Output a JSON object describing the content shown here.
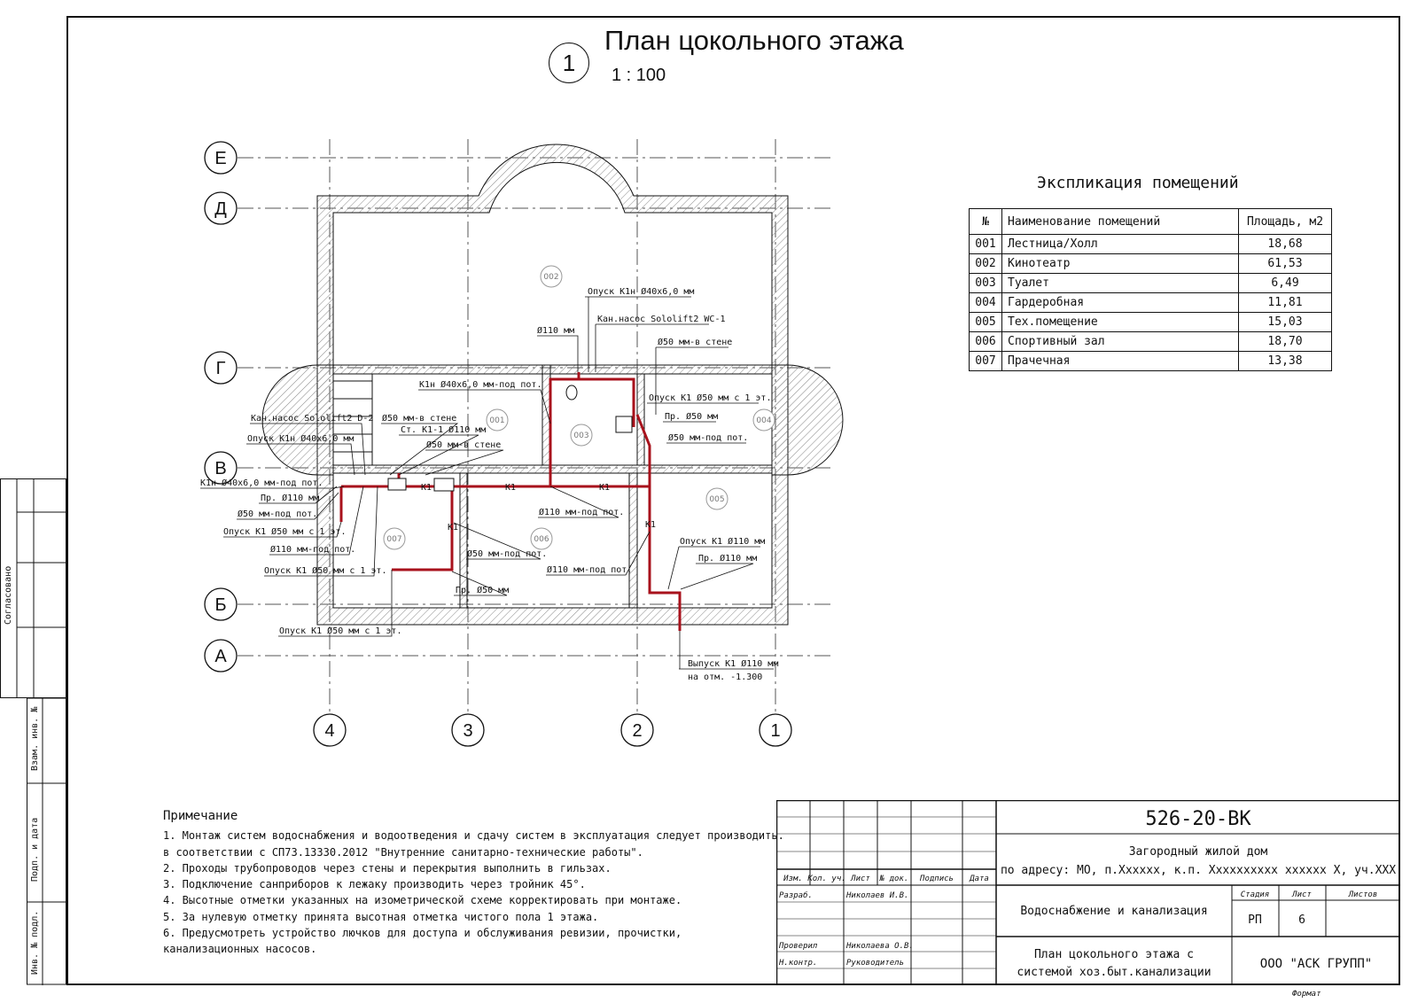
{
  "drawing": {
    "title": "План цокольного этажа",
    "scale": "1 : 100",
    "sheet_mark": "1"
  },
  "axes": {
    "rows": [
      "Е",
      "Д",
      "Г",
      "В",
      "Б",
      "А"
    ],
    "cols": [
      "4",
      "3",
      "2",
      "1"
    ]
  },
  "room_tags": [
    "001",
    "002",
    "003",
    "004",
    "005",
    "006",
    "007"
  ],
  "pipe_tags": [
    "К1",
    "К1",
    "К1",
    "К1",
    "К1"
  ],
  "colors": {
    "pipe": "#a8121c",
    "line": "#111111",
    "grid": "#555555",
    "hatch": "#888888"
  },
  "callouts": [
    "Опуск К1н Ø40х6,0 мм",
    "Кан.насос Sololift2 WC-1",
    "Ø110 мм",
    "Ø50 мм-в стене",
    "К1н Ø40х6,0 мм-под пот.",
    "Опуск К1 Ø50 мм с 1 эт.",
    "Пр. Ø50 мм",
    "Ø50 мм-под пот.",
    "Кан.насос Sololift2 D-2",
    "Ø50 мм-в стене",
    "Ст. К1-1 Ø110 мм",
    "Опуск К1н Ø40х6,0 мм",
    "Ø50 мм-в стене",
    "К1н Ø40х6,0 мм-под пот.",
    "Пр. Ø110 мм",
    "Ø50 мм-под пот.",
    "Опуск К1 Ø50 мм с 1 эт.",
    "Ø110 мм-под пот.",
    "Опуск К1 Ø50 мм с 1 эт.",
    "Ø110 мм-под пот.",
    "Ø50 мм-под пот.",
    "Ø110 мм-под пот.",
    "Пр. Ø50 мм",
    "Опуск К1 Ø50 мм с 1 эт.",
    "Опуск К1 Ø110 мм",
    "Пр. Ø110 мм",
    "Выпуск К1 Ø110 мм",
    "на отм. -1.300"
  ],
  "explication": {
    "title": "Экспликация помещений",
    "headers": [
      "№",
      "Наименование помещений",
      "Площадь, м2"
    ],
    "rows": [
      [
        "001",
        "Лестница/Холл",
        "18,68"
      ],
      [
        "002",
        "Кинотеатр",
        "61,53"
      ],
      [
        "003",
        "Туалет",
        "6,49"
      ],
      [
        "004",
        "Гардеробная",
        "11,81"
      ],
      [
        "005",
        "Тех.помещение",
        "15,03"
      ],
      [
        "006",
        "Спортивный зал",
        "18,70"
      ],
      [
        "007",
        "Прачечная",
        "13,38"
      ]
    ]
  },
  "notes": {
    "heading": "Примечание",
    "lines": [
      "1. Монтаж систем водоснабжения и водоотведения и сдачу систем в эксплуатация следует производить.",
      "в соответствии с СП73.13330.2012 \"Внутренние санитарно-технические работы\".",
      "2. Проходы трубопроводов через стены и перекрытия выполнить в гильзах.",
      "3. Подключение санприборов к лежаку производить через тройник 45°.",
      "4. Высотные отметки указанных на изометрической схеме корректировать при монтаже.",
      "5. За нулевую отметку принята высотная отметка чистого пола 1 этажа.",
      "6. Предусмотреть устройство лючков для доступа и обслуживания ревизии, прочистки,",
      "канализационных насосов."
    ]
  },
  "stamp": {
    "code": "526-20-ВК",
    "object_line1": "Загородный жилой дом",
    "object_line2": "по адресу: МО, п.Ххххxx, к.п. Хххххxxxxx xxxxxx X, уч.ХХХ",
    "section": "Водоснабжение и канализация",
    "sheet_title_line1": "План цокольного этажа с",
    "sheet_title_line2": "системой хоз.быт.канализации",
    "company": "ООО \"АСК ГРУПП\"",
    "col_headers": [
      "Изм.",
      "Кол. уч.",
      "Лист",
      "№ док.",
      "Подпись",
      "Дата"
    ],
    "stage_label": "Стадия",
    "sheet_label": "Лист",
    "sheets_label": "Листов",
    "stage": "РП",
    "sheet": "6",
    "sheets": "",
    "roles": [
      {
        "role": "Разраб.",
        "name": "Николаев И.В."
      },
      {
        "role": "Проверил",
        "name": "Николаева О.В."
      },
      {
        "role": "Н.контр.",
        "name": "Руководитель"
      }
    ],
    "format_label": "Формат"
  },
  "side_stamp": {
    "agreed": "Согласовано",
    "inv_replace": "Взам. инв. №",
    "sign_date": "Подп. и дата",
    "inv_orig": "Инв. № подл."
  }
}
